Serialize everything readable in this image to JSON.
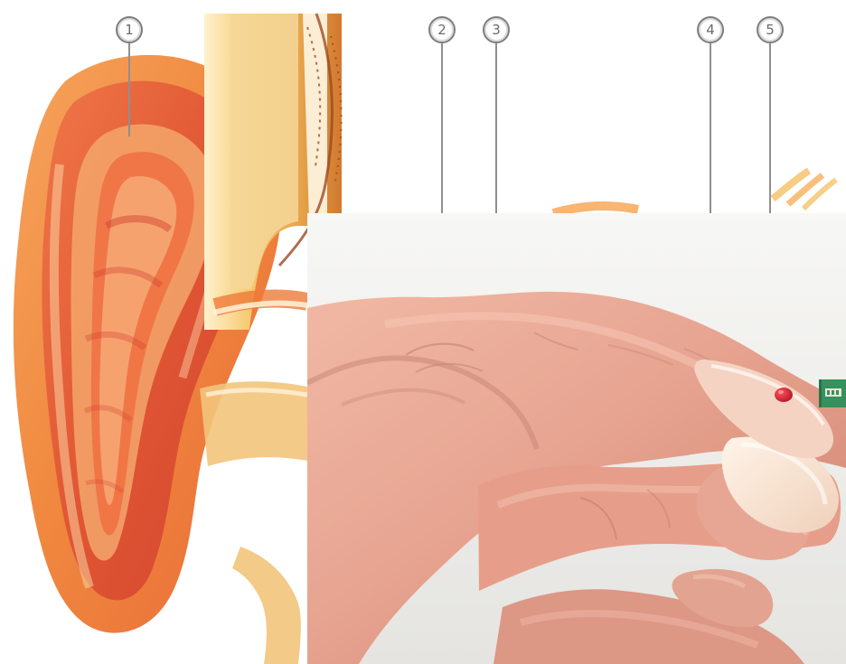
{
  "figure": {
    "left_panel": "ear-illustration",
    "right_panel": "finger-photo"
  },
  "markers": [
    {
      "label": "1"
    },
    {
      "label": "2"
    },
    {
      "label": "3"
    },
    {
      "label": "4"
    },
    {
      "label": "5"
    }
  ],
  "colors": {
    "ear_outer": "#f08a3f",
    "ear_inner": "#d9442d",
    "canal_yellow": "#f3c160",
    "blood_drop": "#c7192a",
    "skin": "#e9a793",
    "photo_bg": "#efefec",
    "sensor_green": "#2d8d58"
  },
  "icons": [
    "blood-drop-icon",
    "sensor-strip-icon"
  ]
}
